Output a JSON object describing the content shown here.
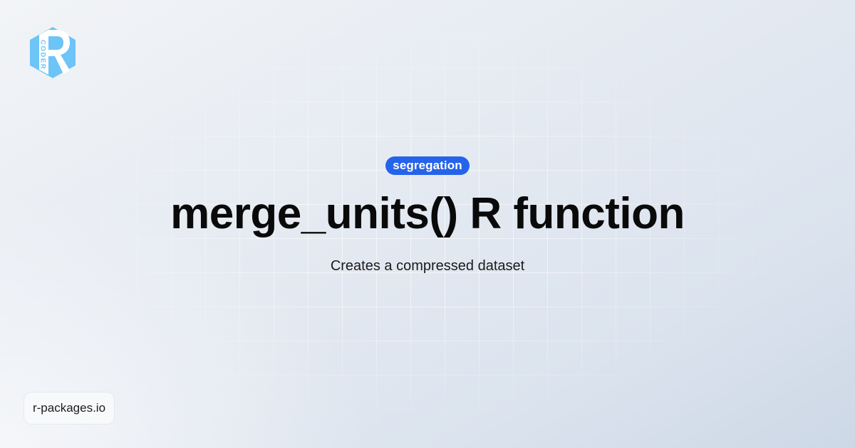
{
  "logo": {
    "icon": "r-coder-hexagon-logo",
    "letter": "R",
    "vertical_text": "CODER",
    "color": "#6cc4f7"
  },
  "badge": {
    "label": "segregation",
    "color": "#2563eb"
  },
  "title": "merge_units() R function",
  "subtitle": "Creates a compressed dataset",
  "footer": {
    "site": "r-packages.io"
  },
  "colors": {
    "background_light": "#f2f4f7",
    "background_dark": "#cdd8e6",
    "text": "#0a0a0a"
  }
}
